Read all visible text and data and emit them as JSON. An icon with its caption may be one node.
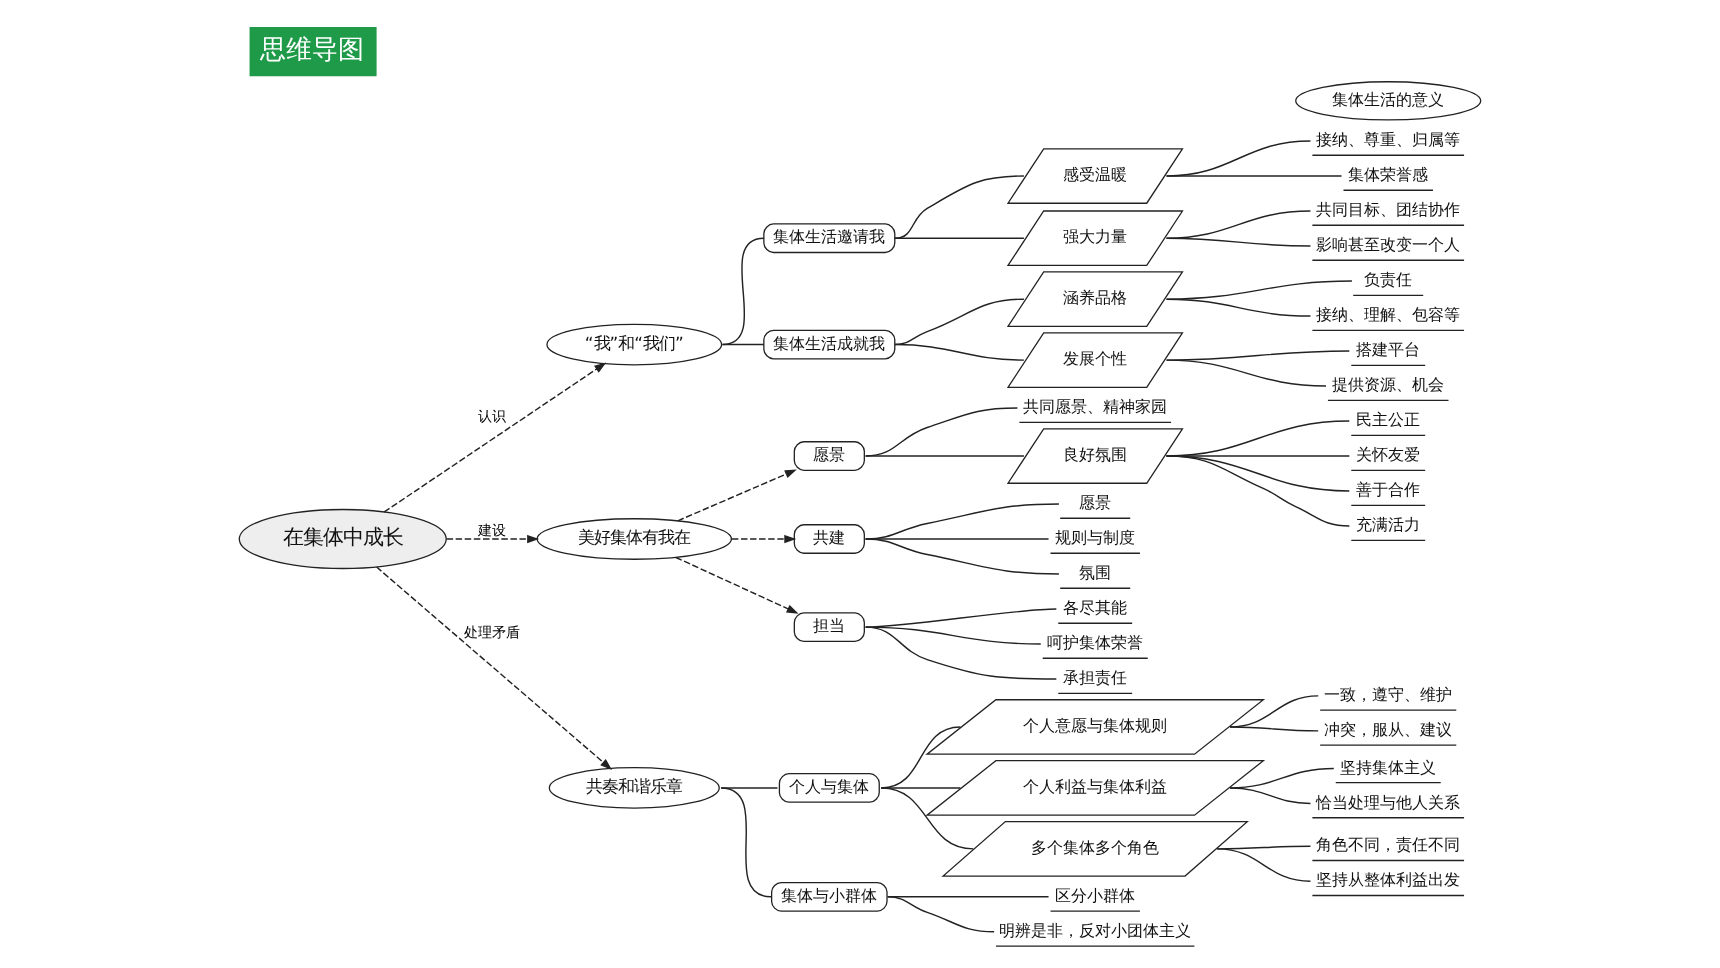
{
  "diagram": {
    "title": "思维导图",
    "nodes": [
      {
        "text": [
          "在集体中成长"
        ]
      },
      {
        "text": [
          "“我”和“我们”"
        ]
      },
      {
        "text": [
          "美好集体有我在"
        ]
      },
      {
        "text": [
          "共奏和谐乐章"
        ]
      },
      {
        "text": [
          "愿景"
        ]
      },
      {
        "text": [
          "共同愿景、精神家园"
        ]
      },
      {
        "text": [
          "良好氛围"
        ]
      },
      {
        "text": [
          "民主公正"
        ]
      },
      {
        "text": [
          "关怀友爱"
        ]
      },
      {
        "text": [
          "善于合作"
        ]
      },
      {
        "text": [
          "充满活力"
        ]
      },
      {
        "text": [
          "共建"
        ]
      },
      {
        "text": [
          "愿景"
        ]
      },
      {
        "text": [
          "规则与制度"
        ]
      },
      {
        "text": [
          "氛围"
        ]
      },
      {
        "text": [
          "担当"
        ]
      },
      {
        "text": [
          "各尽其能"
        ]
      },
      {
        "text": [
          "呵护集体荣誉"
        ]
      },
      {
        "text": [
          "承担责任"
        ]
      },
      {
        "text": [
          "集体生活邀请我"
        ]
      },
      {
        "text": [
          "感受温暖"
        ]
      },
      {
        "text": [
          "接纳、尊重、归属等"
        ]
      },
      {
        "text": [
          "集体荣誉感"
        ]
      },
      {
        "text": [
          "强大力量"
        ]
      },
      {
        "text": [
          "共同目标、团结协作"
        ]
      },
      {
        "text": [
          "影响甚至改变一个人"
        ]
      },
      {
        "text": [
          "集体生活成就我"
        ]
      },
      {
        "text": [
          "涵养品格"
        ]
      },
      {
        "text": [
          "负责任"
        ]
      },
      {
        "text": [
          "接纳、理解、包容等"
        ]
      },
      {
        "text": [
          "发展个性"
        ]
      },
      {
        "text": [
          "搭建平台"
        ]
      },
      {
        "text": [
          "提供资源、机会"
        ]
      },
      {
        "text": [
          "集体生活的意义"
        ]
      },
      {
        "text": [
          "个人与集体"
        ]
      },
      {
        "text": [
          "个人意愿与集体规则"
        ]
      },
      {
        "text": [
          "一致，遵守、维护"
        ]
      },
      {
        "text": [
          "冲突，服从、建议"
        ]
      },
      {
        "text": [
          "个人利益与集体利益"
        ]
      },
      {
        "text": [
          "坚持集体主义"
        ]
      },
      {
        "text": [
          "恰当处理与他人关系"
        ]
      },
      {
        "text": [
          "多个集体多个角色"
        ]
      },
      {
        "text": [
          "角色不同，责任不同"
        ]
      },
      {
        "text": [
          "坚持从整体利益出发"
        ]
      },
      {
        "text": [
          "集体与小群体"
        ]
      },
      {
        "text": [
          "区分小群体"
        ]
      },
      {
        "text": [
          "明辨是非，反对小团体主义"
        ]
      }
    ],
    "edges": [
      {
        "from": 0,
        "to": 1,
        "arrow": "to",
        "label": "认识",
        "style": "dashed"
      },
      {
        "from": 0,
        "to": 2,
        "arrow": "to",
        "label": "建设",
        "style": "dashed"
      },
      {
        "from": 0,
        "to": 3,
        "arrow": "to",
        "label": "处理矛盾",
        "style": "dashed"
      },
      {
        "from": 2,
        "to": 4,
        "arrow": "to",
        "style": "dashed"
      },
      {
        "from": 2,
        "to": 11,
        "arrow": "to",
        "style": "dashed"
      },
      {
        "from": 2,
        "to": 15,
        "arrow": "to",
        "style": "dashed"
      },
      {
        "from": 4,
        "to": 5,
        "arrow": "none"
      },
      {
        "from": 4,
        "to": 6,
        "arrow": "none"
      },
      {
        "from": 6,
        "to": 7,
        "arrow": "none"
      },
      {
        "from": 6,
        "to": 8,
        "arrow": "none"
      },
      {
        "from": 6,
        "to": 9,
        "arrow": "none"
      },
      {
        "from": 6,
        "to": 10,
        "arrow": "none"
      },
      {
        "from": 11,
        "to": 12,
        "arrow": "none"
      },
      {
        "from": 11,
        "to": 13,
        "arrow": "none"
      },
      {
        "from": 11,
        "to": 14,
        "arrow": "none"
      },
      {
        "from": 15,
        "to": 16,
        "arrow": "none"
      },
      {
        "from": 15,
        "to": 17,
        "arrow": "none"
      },
      {
        "from": 15,
        "to": 18,
        "arrow": "none"
      },
      {
        "from": 1,
        "to": 19,
        "arrow": "none"
      },
      {
        "from": 1,
        "to": 26,
        "arrow": "none"
      },
      {
        "from": 19,
        "to": 20,
        "arrow": "none"
      },
      {
        "from": 19,
        "to": 23,
        "arrow": "none"
      },
      {
        "from": 20,
        "to": 21,
        "arrow": "none"
      },
      {
        "from": 20,
        "to": 22,
        "arrow": "none"
      },
      {
        "from": 23,
        "to": 24,
        "arrow": "none"
      },
      {
        "from": 23,
        "to": 25,
        "arrow": "none"
      },
      {
        "from": 26,
        "to": 27,
        "arrow": "none"
      },
      {
        "from": 26,
        "to": 30,
        "arrow": "none"
      },
      {
        "from": 27,
        "to": 28,
        "arrow": "none"
      },
      {
        "from": 27,
        "to": 29,
        "arrow": "none"
      },
      {
        "from": 30,
        "to": 31,
        "arrow": "none"
      },
      {
        "from": 30,
        "to": 32,
        "arrow": "none"
      },
      {
        "from": 3,
        "to": 34,
        "arrow": "none"
      },
      {
        "from": 3,
        "to": 44,
        "arrow": "none"
      },
      {
        "from": 34,
        "to": 35,
        "arrow": "none"
      },
      {
        "from": 34,
        "to": 38,
        "arrow": "none"
      },
      {
        "from": 34,
        "to": 41,
        "arrow": "none"
      },
      {
        "from": 35,
        "to": 36,
        "arrow": "none"
      },
      {
        "from": 35,
        "to": 37,
        "arrow": "none"
      },
      {
        "from": 38,
        "to": 39,
        "arrow": "none"
      },
      {
        "from": 38,
        "to": 40,
        "arrow": "none"
      },
      {
        "from": 41,
        "to": 42,
        "arrow": "none"
      },
      {
        "from": 41,
        "to": 43,
        "arrow": "none"
      },
      {
        "from": 44,
        "to": 45,
        "arrow": "none"
      },
      {
        "from": 44,
        "to": 46,
        "arrow": "none"
      }
    ]
  }
}
